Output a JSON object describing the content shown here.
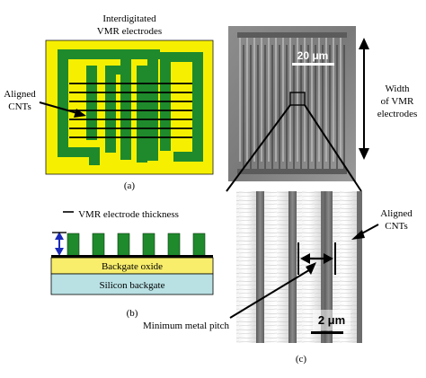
{
  "panel_a": {
    "title_line1": "Interdigitated",
    "title_line2": "VMR electrodes",
    "cnt_label_line1": "Aligned",
    "cnt_label_line2": "CNTs",
    "caption": "(a)"
  },
  "panel_b": {
    "thickness_label": "VMR electrode thickness",
    "oxide_label": "Backgate oxide",
    "silicon_label": "Silicon backgate",
    "caption": "(b)"
  },
  "panel_c": {
    "top_scale": "20 μm",
    "width_line1": "Width",
    "width_line2": "of VMR",
    "width_line3": "electrodes",
    "cnt_label_line1": "Aligned",
    "cnt_label_line2": "CNTs",
    "bottom_scale": "2 μm",
    "pitch_label": "Minimum metal pitch",
    "caption": "(c)"
  },
  "colors": {
    "yellow": "#f6f000",
    "green": "#1f8a2c",
    "oxide": "#f8ee6c",
    "silicon": "#b9e1e4",
    "arrow_blue": "#1b2bb8"
  }
}
